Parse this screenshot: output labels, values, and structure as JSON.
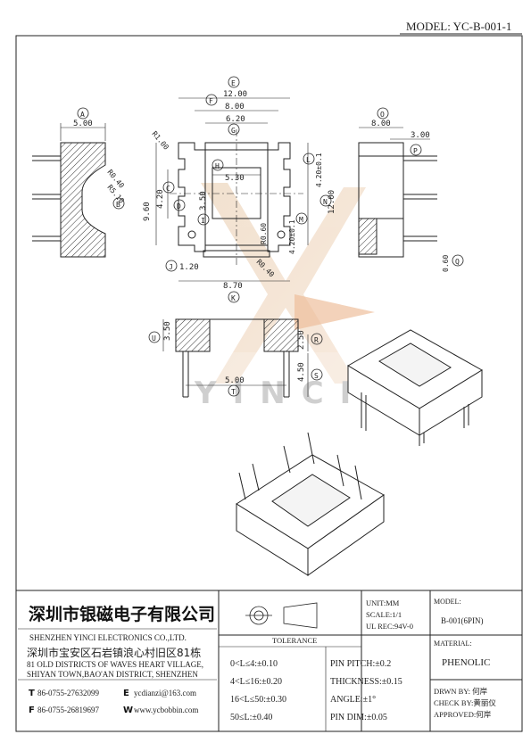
{
  "header": {
    "model": "MODEL: YC-B-001-1"
  },
  "watermark": "YINCI",
  "dims": {
    "E": "12.00",
    "F": "8.00",
    "G": "6.20",
    "H": "5.30",
    "A": "5.00",
    "r1": "R1.00",
    "r040": "R0.40",
    "r510": "R5.10",
    "b960": "9.60",
    "b420": "4.20",
    "b350": "3.50",
    "m420a": "4.20±0.1",
    "m420b": "4.20±0.1",
    "r060": "R0.60",
    "r040b": "R0.40",
    "J": "1.20",
    "K": "8.70",
    "N": "12.00",
    "O": "8.00",
    "P": "3.00",
    "Q": "0.60",
    "U": "3.50",
    "R": "2.50",
    "S": "4.50",
    "T": "5.00"
  },
  "circles": [
    "A",
    "B",
    "C",
    "D",
    "E",
    "F",
    "G",
    "H",
    "I",
    "J",
    "K",
    "L",
    "M",
    "N",
    "O",
    "P",
    "Q",
    "R",
    "S",
    "T",
    "U"
  ],
  "company": {
    "name_cn": "深圳市银磁电子有限公司",
    "name_en": "SHENZHEN YINCI ELECTRONICS CO.,LTD.",
    "addr_cn": "深圳市宝安区石岩镇浪心村旧区81栋",
    "addr_en1": "81 OLD DISTRICTS OF WAVES HEART VILLAGE,",
    "addr_en2": "SHIYAN TOWN,BAO'AN DISTRICT, SHENZHEN",
    "tel_label": "T",
    "tel": "86-0755-27632099",
    "email_label": "E",
    "email": "ycdianzi@163.com",
    "fax_label": "F",
    "fax": "86-0755-26819697",
    "web_label": "W",
    "web": "www.ycbobbin.com"
  },
  "specs": {
    "unit": "UNIT:MM",
    "scale": "SCALE:1/1",
    "ul": "UL REC:94V-0"
  },
  "model_box": {
    "label": "MODEL:",
    "value": "B-001(6PIN)"
  },
  "material": {
    "label": "MATERIAL:",
    "value": "PHENOLIC"
  },
  "tolerance": {
    "title": "TOLERANCE",
    "rows": [
      "0<L≤4:±0.10",
      "4<L≤16:±0.20",
      "16<L≤50:±0.30",
      "50≤L:±0.40"
    ],
    "rows2": [
      "PIN PITCH:±0.2",
      "THICKNESS:±0.15",
      "ANGLE:±1°",
      "PIN DIM:±0.05"
    ]
  },
  "signoff": {
    "drawn": "DRWN BY: 何岸",
    "check": "CHECK BY:黄丽仪",
    "approved": "APPROVED:何岸"
  }
}
